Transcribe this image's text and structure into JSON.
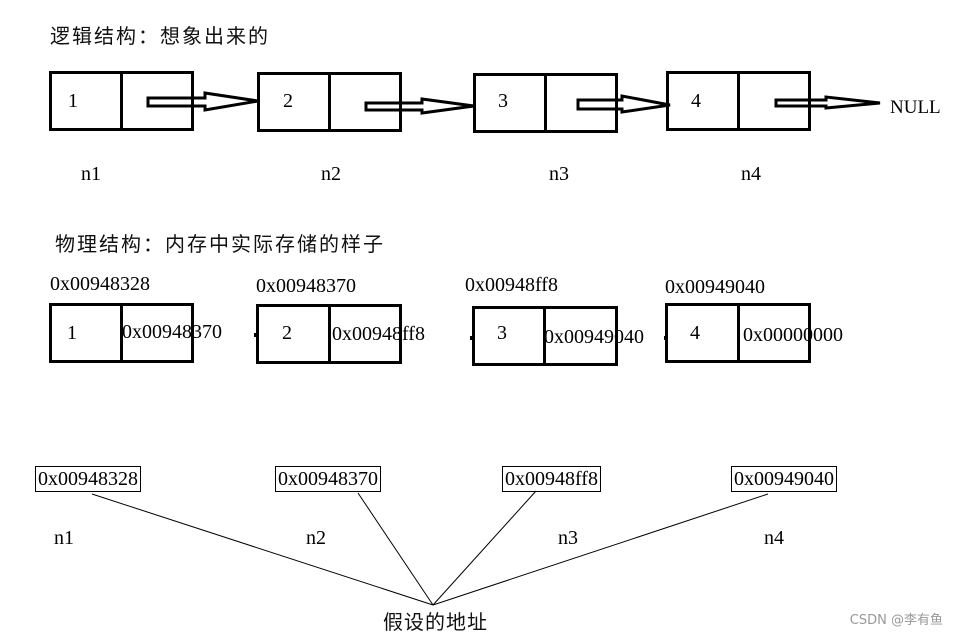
{
  "logical": {
    "title": "逻辑结构：想象出来的",
    "nodes": [
      {
        "value": "1",
        "label": "n1"
      },
      {
        "value": "2",
        "label": "n2"
      },
      {
        "value": "3",
        "label": "n3"
      },
      {
        "value": "4",
        "label": "n4"
      }
    ],
    "terminal": "NULL"
  },
  "physical": {
    "title": "物理结构：内存中实际存储的样子",
    "nodes": [
      {
        "address": "0x00948328",
        "value": "1",
        "next": "0x00948370"
      },
      {
        "address": "0x00948370",
        "value": "2",
        "next": "0x00948ff8"
      },
      {
        "address": "0x00948ff8",
        "value": "3",
        "next": "0x00949040"
      },
      {
        "address": "0x00949040",
        "value": "4",
        "next": "0x00000000"
      }
    ]
  },
  "addresses": {
    "items": [
      {
        "address": "0x00948328",
        "label": "n1"
      },
      {
        "address": "0x00948370",
        "label": "n2"
      },
      {
        "address": "0x00948ff8",
        "label": "n3"
      },
      {
        "address": "0x00949040",
        "label": "n4"
      }
    ],
    "caption": "假设的地址"
  },
  "watermark": "CSDN @李有鱼"
}
